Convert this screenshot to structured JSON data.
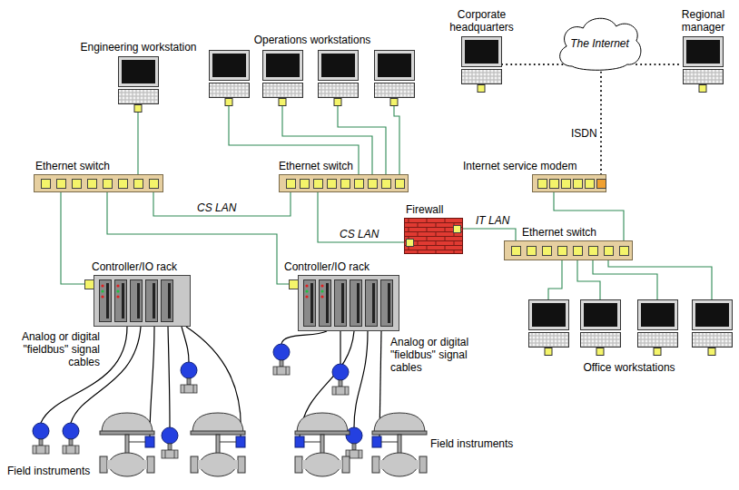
{
  "diagram": {
    "nodes": [
      {
        "text": [
          "Engineering workstation"
        ]
      },
      {
        "text": [
          "Ethernet switch"
        ]
      },
      {
        "text": [
          "Operations workstations"
        ]
      },
      {
        "text": [
          "Ethernet switch"
        ]
      },
      {
        "text": [
          "Corporate headquarters"
        ]
      },
      {
        "text": [
          "The Internet"
        ]
      },
      {
        "text": [
          "Regional manager"
        ]
      },
      {
        "text": [
          "Internet service modem"
        ]
      },
      {
        "text": [
          "Firewall"
        ]
      },
      {
        "text": [
          "Controller/IO rack"
        ]
      },
      {
        "text": [
          "Controller/IO rack"
        ]
      },
      {
        "text": [
          "Ethernet switch"
        ]
      },
      {
        "text": [
          "Office workstations"
        ]
      }
    ],
    "edges": [
      {
        "from": 0,
        "to": 1,
        "arrow": "none"
      },
      {
        "from": 2,
        "to": 3,
        "arrow": "none"
      },
      {
        "from": 1,
        "to": 3,
        "label": "CS LAN",
        "arrow": "none"
      },
      {
        "from": 3,
        "to": 8,
        "label": "CS LAN",
        "arrow": "none"
      },
      {
        "from": 8,
        "to": 11,
        "label": "IT LAN",
        "arrow": "none"
      },
      {
        "from": 11,
        "to": 7,
        "arrow": "none"
      },
      {
        "from": 7,
        "to": 5,
        "label": "ISDN",
        "arrow": "none"
      },
      {
        "from": 4,
        "to": 5,
        "arrow": "none"
      },
      {
        "from": 5,
        "to": 6,
        "arrow": "none"
      },
      {
        "from": 1,
        "to": 9,
        "arrow": "none"
      },
      {
        "from": 1,
        "to": 10,
        "arrow": "none"
      },
      {
        "from": 11,
        "to": 12,
        "arrow": "none"
      }
    ],
    "labels": [
      "Analog or digital \"fieldbus\" signal cables",
      "Analog or digital \"fieldbus\" signal cables",
      "Field instruments",
      "Field instruments"
    ]
  }
}
